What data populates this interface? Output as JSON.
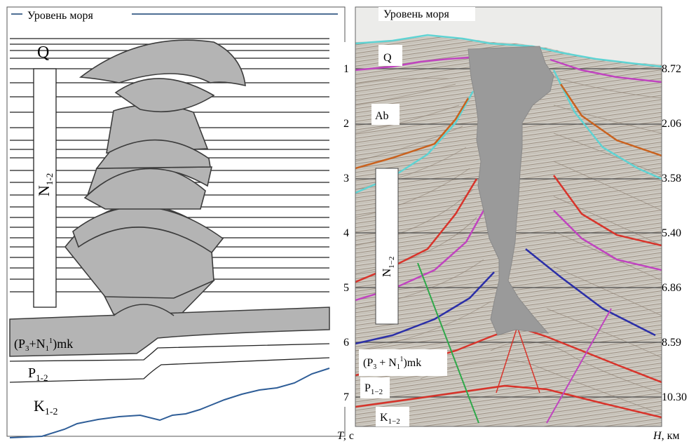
{
  "left_panel": {
    "sea_level_label": "Уровень моря",
    "formations": {
      "q": "Q",
      "n": "N",
      "n_sub": "1-2",
      "mk_open": "(P",
      "mk_sub3": "3",
      "mk_plus": "+N",
      "mk_sub1": "1",
      "mk_sup1": "1",
      "mk_close": ")mk",
      "p": "P",
      "p_sub": "1-2",
      "k": "K",
      "k_sub": "1-2"
    }
  },
  "right_panel": {
    "sea_level_label": "Уровень моря",
    "formations": {
      "q": "Q",
      "ab": "Ab",
      "n": "N",
      "n_sub": "1−2",
      "mk_open": "(P",
      "mk_sub3": "3",
      "mk_plus": " + N",
      "mk_sub1": "1",
      "mk_sup1": "1",
      "mk_close": ")mk",
      "p": "P",
      "p_sub": "1−2",
      "k": "K",
      "k_sub": "1−2"
    },
    "time_axis": {
      "title": "T",
      "unit": ", с",
      "ticks": [
        "1",
        "2",
        "3",
        "4",
        "5",
        "6",
        "7"
      ]
    },
    "depth_axis": {
      "title": "H",
      "unit": ", км",
      "ticks": [
        "8.72",
        "2.06",
        "3.58",
        "5.40",
        "6.86",
        "8.59",
        "10.30"
      ]
    }
  },
  "colors": {
    "body_fill": "#b4b4b4",
    "outline": "#3c3c3c",
    "seismic_bg": "#cfcbc3",
    "diapir": "#9a9a9a",
    "horizon_cyan": "#5fd3d3",
    "horizon_magenta": "#c044c0",
    "horizon_red": "#d8342b",
    "horizon_orange": "#c9621f",
    "horizon_blue": "#2b2fa8",
    "fault_green": "#2fa84a",
    "bedrock_blue": "#2e5d97"
  }
}
